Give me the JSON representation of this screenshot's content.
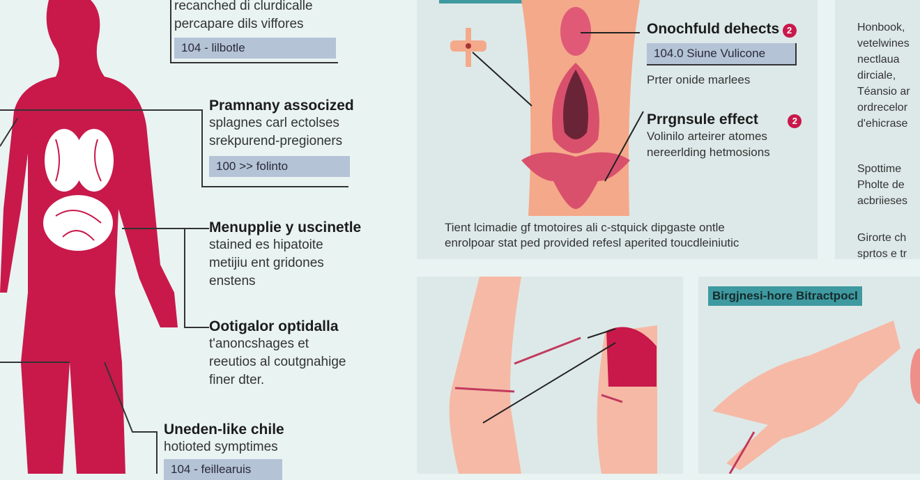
{
  "left": {
    "block1": {
      "lines": [
        "recanched di clurdicalle",
        "percapare dils viffores"
      ],
      "tag": "104 - lilbotle"
    },
    "block2": {
      "title": "Pramnany assocized",
      "lines": [
        "splagnes carl ectolses",
        "srekpurend-pregioners"
      ],
      "tag": "100 >> folinto"
    },
    "block3": {
      "title": "Menupplie y uscinetle",
      "lines": [
        "stained es hipatoite",
        "metijiu ent gridones",
        "enstens"
      ]
    },
    "block4": {
      "title": "Ootigalor optidalla",
      "lines": [
        "t'anoncshages et",
        "reeutios al coutgnahige",
        "finer dter."
      ]
    },
    "block5": {
      "title": "Uneden-like chile",
      "lines": [
        "hotioted symptimes"
      ],
      "tag": "104 - feillearuis"
    }
  },
  "panel_top": {
    "item1": {
      "title": "Onochfuld dehects",
      "badge": "2",
      "tag": "104.0 Siune Vulicone",
      "note": "Prter onide marlees"
    },
    "item2": {
      "title": "Prrgnsule effect",
      "badge": "2",
      "lines": [
        "Volinilo arteirer atomes",
        "nereerlding hetmosions"
      ]
    },
    "caption": [
      "Tient lcimadie gf tmotoires ali c-stquick dipgaste ontle",
      "enrolpoar stat ped provided refesl aperited toucdleiniutic"
    ]
  },
  "panel_right": {
    "lines1": [
      "Honbook,",
      "vetelwines",
      "nectlaua",
      "dirciale,",
      "Téansio ar",
      "ordrecelor",
      "d'ehicrase"
    ],
    "lines2": [
      "Spottime",
      "Pholte de",
      "acbriieses"
    ],
    "lines3": [
      "Girorte ch",
      "sprtos e tr"
    ]
  },
  "panel_bottom_right": {
    "label": "Birgjnesi-hore Bitractpocl"
  },
  "colors": {
    "accent": "#c8194a",
    "skin": "#f4a98a",
    "tag": "#b4c3d6",
    "teal": "#3e9aa0",
    "background": "#e9f3f2"
  }
}
